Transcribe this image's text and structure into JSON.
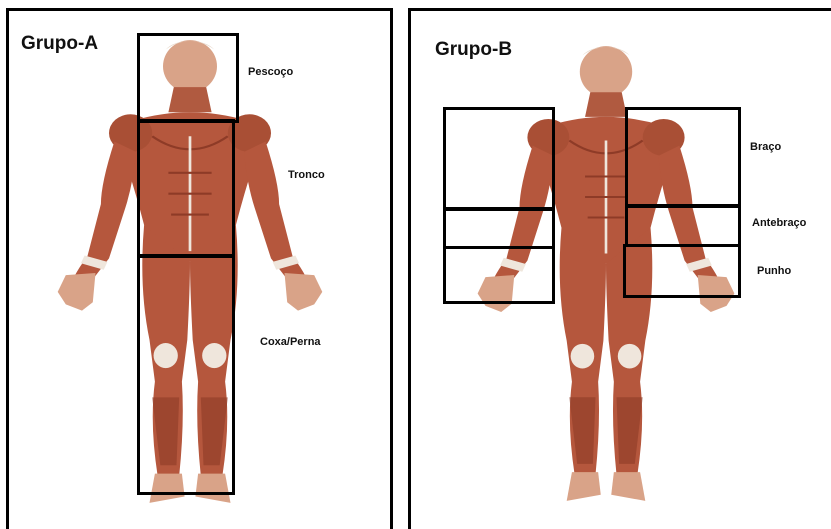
{
  "group_a": {
    "title": "Grupo-A",
    "labels": {
      "neck": "Pescoço",
      "trunk": "Tronco",
      "leg": "Coxa/Perna"
    }
  },
  "group_b": {
    "title": "Grupo-B",
    "labels": {
      "arm": "Braço",
      "forearm": "Antebraço",
      "wrist": "Punho"
    }
  },
  "colors": {
    "muscle": "#b5573d",
    "muscle_dark": "#8e3b27",
    "tendon": "#efe6dc",
    "skin": "#e6b79d",
    "box": "#000000"
  }
}
